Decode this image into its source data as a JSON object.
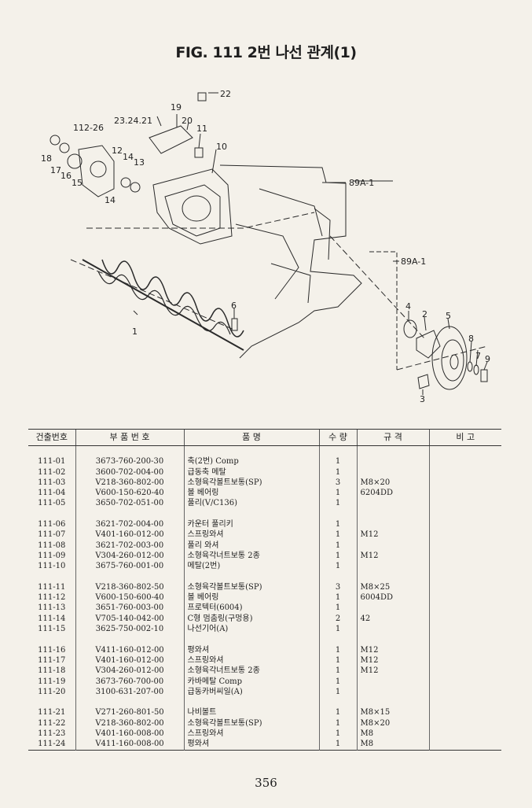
{
  "figure_title": "FIG. 111 2번 나선 관계(1)",
  "callouts": {
    "c1": "1",
    "c2": "2",
    "c3": "3",
    "c4": "4",
    "c5": "5",
    "c6": "6",
    "c7": "7",
    "c8": "8",
    "c9": "9",
    "c10": "10",
    "c11": "11",
    "c12": "12",
    "c13": "13",
    "c14a": "14",
    "c14b": "14",
    "c15": "15",
    "c16": "16",
    "c17": "17",
    "c18": "18",
    "c19": "19",
    "c20": "20",
    "c22": "22",
    "c23": "23.24.21",
    "c112": "112-26",
    "ref1": "89A-1",
    "ref2": "89A-1"
  },
  "table": {
    "headers": [
      "건출번호",
      "부 품 번 호",
      "품 명",
      "수 량",
      "규 격",
      "비 고"
    ],
    "groups": [
      [
        {
          "no": "111-01",
          "part": "3673-760-200-30",
          "name": "축(2번) Comp",
          "qty": "1",
          "spec": ""
        },
        {
          "no": "111-02",
          "part": "3600-702-004-00",
          "name": "급동축 메탈",
          "qty": "1",
          "spec": ""
        },
        {
          "no": "111-03",
          "part": "V218-360-802-00",
          "name": "소형육각볼트보통(SP)",
          "qty": "3",
          "spec": "M8×20"
        },
        {
          "no": "111-04",
          "part": "V600-150-620-40",
          "name": "볼 베어링",
          "qty": "1",
          "spec": "6204DD"
        },
        {
          "no": "111-05",
          "part": "3650-702-051-00",
          "name": "풀리(V/C136)",
          "qty": "1",
          "spec": ""
        }
      ],
      [
        {
          "no": "111-06",
          "part": "3621-702-004-00",
          "name": "카운터 풀리키",
          "qty": "1",
          "spec": ""
        },
        {
          "no": "111-07",
          "part": "V401-160-012-00",
          "name": "스프링와셔",
          "qty": "1",
          "spec": "M12"
        },
        {
          "no": "111-08",
          "part": "3621-702-003-00",
          "name": "풀리 와셔",
          "qty": "1",
          "spec": ""
        },
        {
          "no": "111-09",
          "part": "V304-260-012-00",
          "name": "소형육각너트보통 2종",
          "qty": "1",
          "spec": "M12"
        },
        {
          "no": "111-10",
          "part": "3675-760-001-00",
          "name": "메탈(2번)",
          "qty": "1",
          "spec": ""
        }
      ],
      [
        {
          "no": "111-11",
          "part": "V218-360-802-50",
          "name": "소형육각볼트보통(SP)",
          "qty": "3",
          "spec": "M8×25"
        },
        {
          "no": "111-12",
          "part": "V600-150-600-40",
          "name": "볼 베어링",
          "qty": "1",
          "spec": "6004DD"
        },
        {
          "no": "111-13",
          "part": "3651-760-003-00",
          "name": "프로텍터(6004)",
          "qty": "1",
          "spec": ""
        },
        {
          "no": "111-14",
          "part": "V705-140-042-00",
          "name": "C형 멈춤링(구멍용)",
          "qty": "2",
          "spec": "42"
        },
        {
          "no": "111-15",
          "part": "3625-750-002-10",
          "name": "나선기어(A)",
          "qty": "1",
          "spec": ""
        }
      ],
      [
        {
          "no": "111-16",
          "part": "V411-160-012-00",
          "name": "평와셔",
          "qty": "1",
          "spec": "M12"
        },
        {
          "no": "111-17",
          "part": "V401-160-012-00",
          "name": "스프링와셔",
          "qty": "1",
          "spec": "M12"
        },
        {
          "no": "111-18",
          "part": "V304-260-012-00",
          "name": "소형육각너트보통 2종",
          "qty": "1",
          "spec": "M12"
        },
        {
          "no": "111-19",
          "part": "3673-760-700-00",
          "name": "카바메탈 Comp",
          "qty": "1",
          "spec": ""
        },
        {
          "no": "111-20",
          "part": "3100-631-207-00",
          "name": "급동카버씨일(A)",
          "qty": "1",
          "spec": ""
        }
      ],
      [
        {
          "no": "111-21",
          "part": "V271-260-801-50",
          "name": "나비볼트",
          "qty": "1",
          "spec": "M8×15"
        },
        {
          "no": "111-22",
          "part": "V218-360-802-00",
          "name": "소형육각볼트보통(SP)",
          "qty": "1",
          "spec": "M8×20"
        },
        {
          "no": "111-23",
          "part": "V401-160-008-00",
          "name": "스프링와셔",
          "qty": "1",
          "spec": "M8"
        },
        {
          "no": "111-24",
          "part": "V411-160-008-00",
          "name": "평와셔",
          "qty": "1",
          "spec": "M8"
        }
      ]
    ]
  },
  "page_number": "356"
}
